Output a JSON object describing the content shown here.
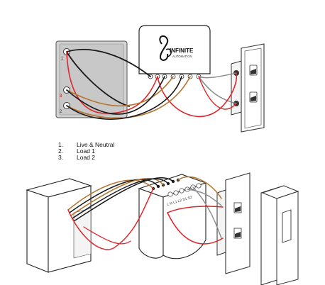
{
  "brand": {
    "name": "INFINITE",
    "subtitle": "AUTOMATION"
  },
  "module_label": "L N L1 L2 S1 S2",
  "legend": [
    {
      "num": "1.",
      "text": "Live & Neutral"
    },
    {
      "num": "2.",
      "text": "Load 1"
    },
    {
      "num": "3.",
      "text": "Load 2"
    }
  ],
  "terminal_numbers": [
    "1",
    "3",
    "2"
  ],
  "colors": {
    "live": "#e0262a",
    "brown": "#b5742f",
    "black": "#1a1a1a",
    "gray": "#8a8a8a",
    "panel": "#cfcfcf"
  }
}
